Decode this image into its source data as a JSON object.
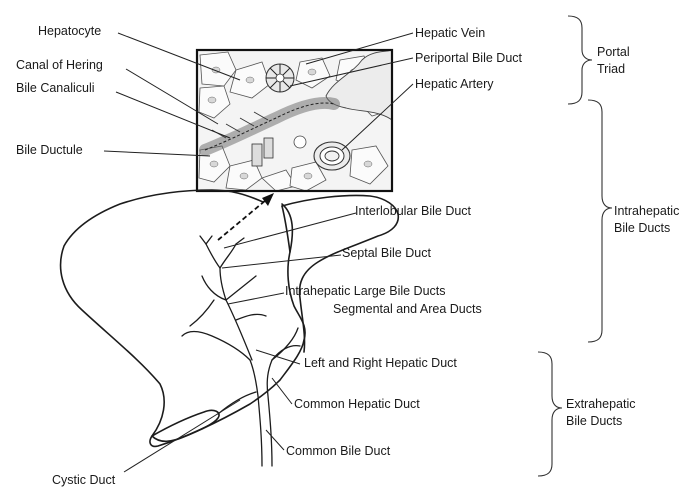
{
  "labels": {
    "hepatocyte": "Hepatocyte",
    "canal_of_hering": "Canal of Hering",
    "bile_canaliculi": "Bile Canaliculi",
    "bile_ductule": "Bile Ductule",
    "hepatic_vein": "Hepatic Vein",
    "periportal_bile_duct": "Periportal Bile Duct",
    "hepatic_artery": "Hepatic Artery",
    "interlobular_bile_duct": "Interlobular Bile Duct",
    "septal_bile_duct": "Septal Bile Duct",
    "intrahepatic_large_bile_ducts": "Intrahepatic Large Bile Ducts",
    "segmental_and_area_ducts": "Segmental and Area Ducts",
    "left_and_right_hepatic_duct": "Left and Right Hepatic Duct",
    "common_hepatic_duct": "Common Hepatic Duct",
    "common_bile_duct": "Common Bile Duct",
    "cystic_duct": "Cystic Duct"
  },
  "groups": {
    "portal_triad_line1": "Portal",
    "portal_triad_line2": "Triad",
    "intrahepatic_line1": "Intrahepatic",
    "intrahepatic_line2": "Bile Ducts",
    "extrahepatic_line1": "Extrahepatic",
    "extrahepatic_line2": "Bile Ducts"
  }
}
